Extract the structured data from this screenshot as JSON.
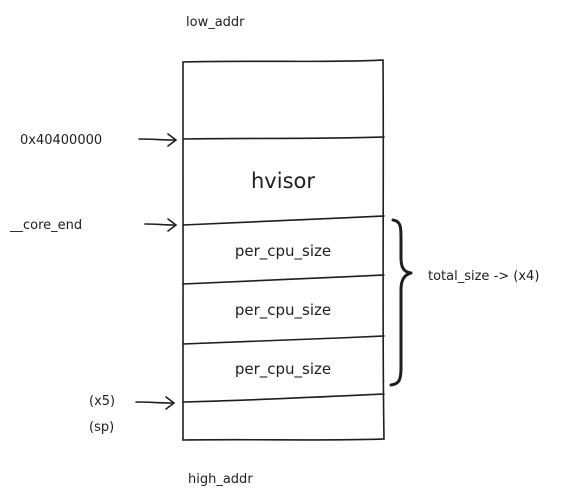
{
  "labels": {
    "low_addr": "low_addr",
    "high_addr": "high_addr",
    "base_addr": "0x40400000",
    "core_end": "__core_end",
    "x5": "(x5)",
    "sp": "(sp)",
    "total_size": "total_size -> (x4)"
  },
  "blocks": {
    "hvisor": "hvisor",
    "per_cpu": [
      "per_cpu_size",
      "per_cpu_size",
      "per_cpu_size"
    ]
  }
}
